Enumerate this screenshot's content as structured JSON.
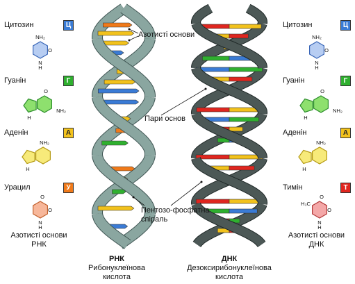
{
  "rna_bases": [
    {
      "name": "Цитозин",
      "letter": "Ц",
      "color": "#3a7bd5",
      "ring_fill": "#b7cdf2",
      "ring_stroke": "#3a67b8"
    },
    {
      "name": "Гуанін",
      "letter": "Г",
      "color": "#2fb02f",
      "ring_fill": "#8ee06e",
      "ring_stroke": "#2e8f2e"
    },
    {
      "name": "Аденін",
      "letter": "А",
      "color": "#f2c21c",
      "ring_fill": "#f7ea7a",
      "ring_stroke": "#b59b17"
    },
    {
      "name": "Урацил",
      "letter": "У",
      "color": "#f07a1a",
      "ring_fill": "#f7b79a",
      "ring_stroke": "#c2612e"
    }
  ],
  "dna_bases": [
    {
      "name": "Цитозин",
      "letter": "Ц",
      "color": "#3a7bd5",
      "ring_fill": "#b7cdf2",
      "ring_stroke": "#3a67b8"
    },
    {
      "name": "Гуанін",
      "letter": "Г",
      "color": "#2fb02f",
      "ring_fill": "#8ee06e",
      "ring_stroke": "#2e8f2e"
    },
    {
      "name": "Аденін",
      "letter": "А",
      "color": "#f2c21c",
      "ring_fill": "#f7ea7a",
      "ring_stroke": "#b59b17"
    },
    {
      "name": "Тимін",
      "letter": "Т",
      "color": "#e0261f",
      "ring_fill": "#f4a8a8",
      "ring_stroke": "#b33a3a"
    }
  ],
  "atoms": {
    "nh2": "NH₂",
    "o": "O",
    "n": "N",
    "h": "H",
    "ch3": "H₃C"
  },
  "labels": {
    "rna_caption_line1": "Азотисті основи",
    "rna_caption_line2": "РНК",
    "dna_caption_line1": "Азотисті основи",
    "dna_caption_line2": "ДНК",
    "nitrogen_bases": "Азотисті основи",
    "base_pairs": "Пари основ",
    "backbone_line1": "Пентозо-фосфатна",
    "backbone_line2": "спіраль"
  },
  "rna": {
    "title": "РНК",
    "subtitle_line1": "Рибонуклеїнова",
    "subtitle_line2": "кислота"
  },
  "dna": {
    "title": "ДНК",
    "subtitle_line1": "Дезоксирибонуклеїнова",
    "subtitle_line2": "кислота"
  },
  "colors": {
    "rna_backbone": "#8aa6a0",
    "rna_backbone_stroke": "#3f5553",
    "dna_backbone": "#4c5856",
    "dna_backbone_stroke": "#1f2827",
    "cytosine": "#3a7bd5",
    "guanine": "#2fb02f",
    "adenine": "#f2c21c",
    "uracil": "#f07a1a",
    "thymine": "#e0261f"
  }
}
